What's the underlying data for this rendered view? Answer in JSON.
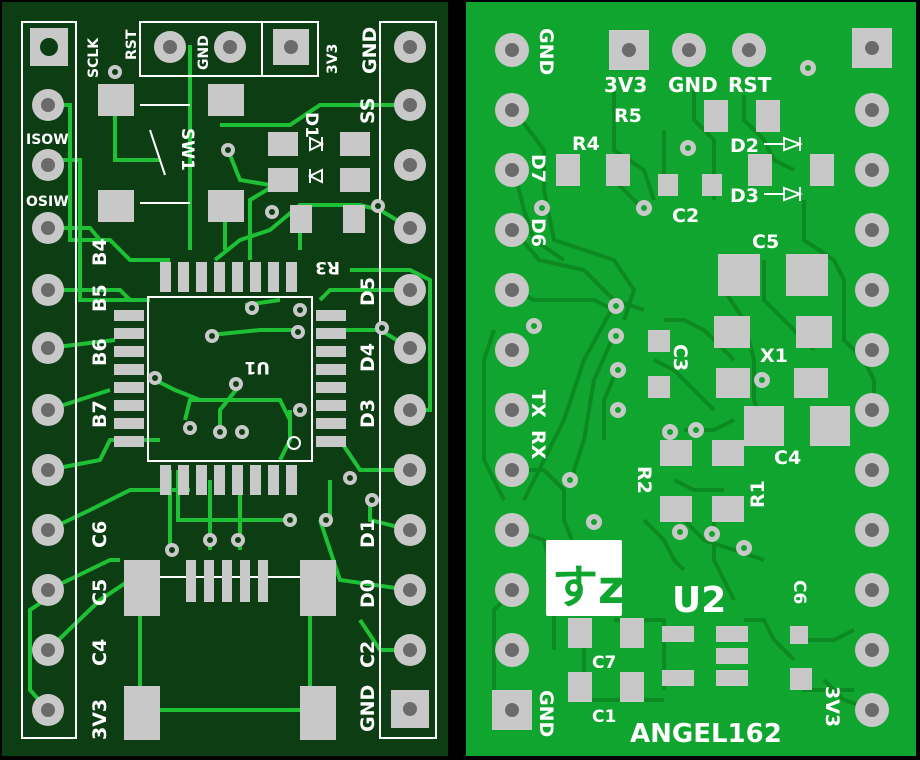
{
  "colors": {
    "left_board": "#0c3d13",
    "right_board": "#10a52e",
    "trace_dark": "#1ec036",
    "trace_light": "#0c8a22",
    "silk": "#ffffff",
    "pad": "#c8c8c8",
    "pad_hole": "#6b6b6b"
  },
  "left_board": {
    "top_labels": [
      "SCLK",
      "RST",
      "GND",
      "3V3",
      "GND"
    ],
    "left_labels": [
      "ISOW",
      "OSIW"
    ],
    "left_column": [
      "B4",
      "B5",
      "B6",
      "B7",
      "C6",
      "C5",
      "C4",
      "3V3"
    ],
    "right_column": [
      "SS",
      "D5",
      "D4",
      "D3",
      "D1",
      "D0",
      "C2",
      "GND"
    ],
    "components": [
      "SW1",
      "D1",
      "R3",
      "U1"
    ]
  },
  "right_board": {
    "left_column": [
      "GND",
      "D7",
      "D6",
      "TX",
      "RX",
      "GND"
    ],
    "top_labels": [
      "3V3",
      "GND",
      "RST"
    ],
    "components": [
      "R5",
      "R4",
      "D2",
      "D3",
      "C2",
      "C5",
      "C3",
      "X1",
      "R2",
      "R1",
      "C4",
      "C6",
      "C7",
      "C1"
    ],
    "chip_label": "U2",
    "right_corner_label": "3V3",
    "logo_text": "すz",
    "board_name": "ANGEL162"
  }
}
